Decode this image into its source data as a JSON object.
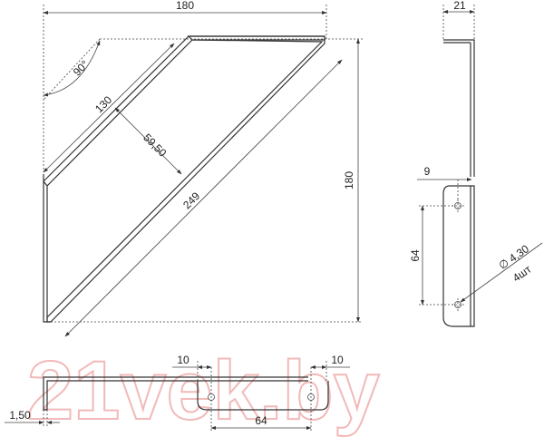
{
  "main_view": {
    "dim_width": "180",
    "dim_height": "180",
    "dim_angle": "90°",
    "dim_arm": "130",
    "dim_offset": "59,50",
    "dim_diagonal": "249"
  },
  "side_view": {
    "dim_depth": "21",
    "dim_edge": "9",
    "dim_hole_spacing": "64",
    "hole_diameter": "∅ 4,30",
    "hole_count": "4шт"
  },
  "bottom_view": {
    "dim_left": "10",
    "dim_right": "10",
    "dim_hole_spacing": "64",
    "dim_thickness": "1,50"
  },
  "watermark": "21vek.by"
}
